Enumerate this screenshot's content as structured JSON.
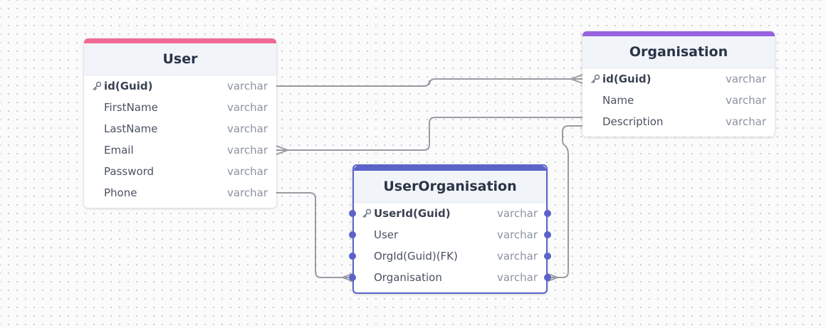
{
  "colors": {
    "user_accent": "#f06b93",
    "organisation_accent": "#9664df",
    "userorganisation_accent": "#5b63c9",
    "edge": "#9a9ca2"
  },
  "tables": [
    {
      "id": "user",
      "title": "User",
      "accent": "#f06b93",
      "selected": false,
      "fields": [
        {
          "name": "id(Guid)",
          "type": "varchar",
          "pk": true
        },
        {
          "name": "FirstName",
          "type": "varchar",
          "pk": false
        },
        {
          "name": "LastName",
          "type": "varchar",
          "pk": false
        },
        {
          "name": "Email",
          "type": "varchar",
          "pk": false
        },
        {
          "name": "Password",
          "type": "varchar",
          "pk": false
        },
        {
          "name": "Phone",
          "type": "varchar",
          "pk": false
        }
      ]
    },
    {
      "id": "organisation",
      "title": "Organisation",
      "accent": "#9664df",
      "selected": false,
      "fields": [
        {
          "name": "id(Guid)",
          "type": "varchar",
          "pk": true
        },
        {
          "name": "Name",
          "type": "varchar",
          "pk": false
        },
        {
          "name": "Description",
          "type": "varchar",
          "pk": false
        }
      ]
    },
    {
      "id": "userorganisation",
      "title": "UserOrganisation",
      "accent": "#5b63c9",
      "selected": true,
      "fields": [
        {
          "name": "UserId(Guid)",
          "type": "varchar",
          "pk": true
        },
        {
          "name": "User",
          "type": "varchar",
          "pk": false
        },
        {
          "name": "OrgId(Guid)(FK)",
          "type": "varchar",
          "pk": false
        },
        {
          "name": "Organisation",
          "type": "varchar",
          "pk": false
        }
      ]
    }
  ],
  "relations": [
    {
      "from": "user.id(Guid)",
      "to": "organisation.id(Guid)",
      "from_end": "one",
      "to_end": "many"
    },
    {
      "from": "organisation.Description",
      "to": "user.Email",
      "from_end": "one",
      "to_end": "many"
    },
    {
      "from": "user.Phone",
      "to": "userorganisation.Organisation",
      "from_end": "one",
      "to_end": "many"
    },
    {
      "from": "organisation.Description",
      "to": "userorganisation.Organisation",
      "from_end": "one",
      "to_end": "many"
    }
  ]
}
